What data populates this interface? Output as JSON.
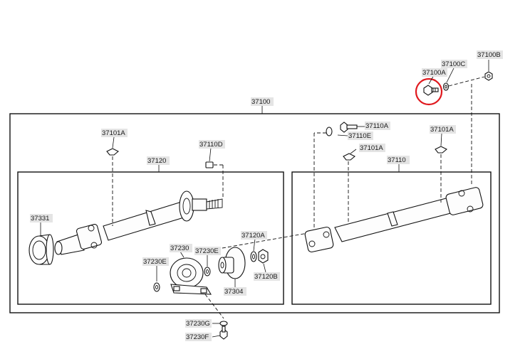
{
  "diagram": {
    "labels": {
      "l37100": "37100",
      "l37100A": "37100A",
      "l37100B": "37100B",
      "l37100C": "37100C",
      "l37101A_left": "37101A",
      "l37101A_right": "37101A",
      "l37101A_mid": "37101A",
      "l37110": "37110",
      "l37110A": "37110A",
      "l37110D": "37110D",
      "l37110E": "37110E",
      "l37120": "37120",
      "l37120A": "37120A",
      "l37120B": "37120B",
      "l37230": "37230",
      "l37230E_left": "37230E",
      "l37230E_right": "37230E",
      "l37230F": "37230F",
      "l37230G": "37230G",
      "l37304": "37304",
      "l37331": "37331"
    },
    "highlight_color": "#e0191e",
    "label_background": "#e4e4e4"
  }
}
